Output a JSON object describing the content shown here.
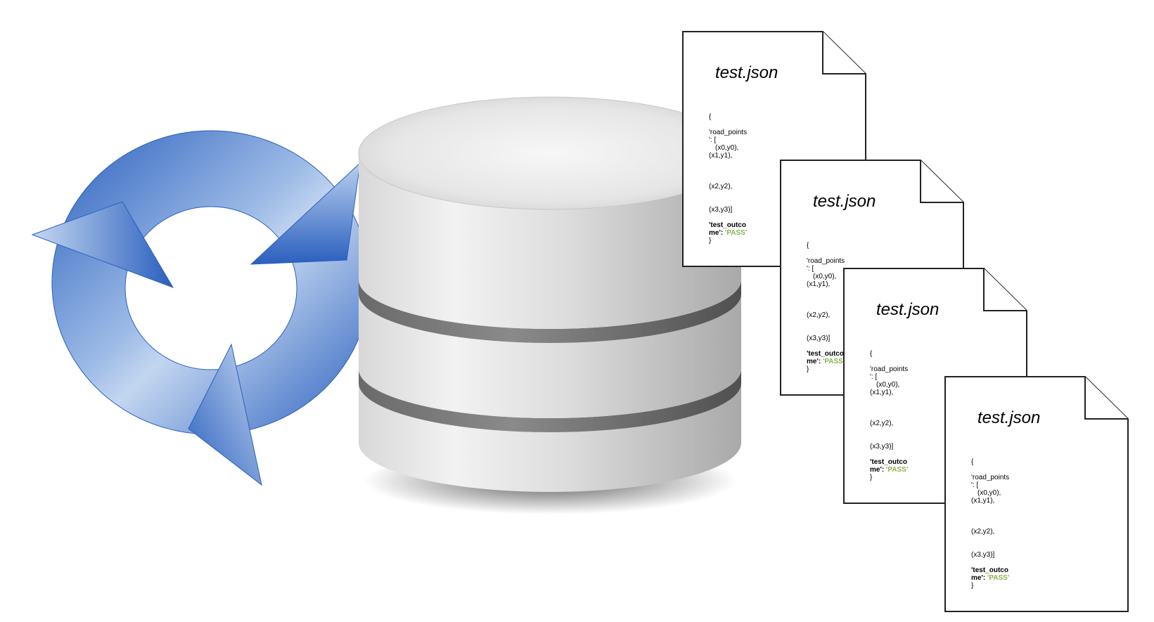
{
  "colors": {
    "arrow_dark": "#2a5fbe",
    "arrow_light": "#b9d0ee",
    "db_light": "#e8e8e8",
    "db_dark": "#5c5c5c",
    "pass_green": "#8bb24f"
  },
  "icons": {
    "cycle": "circular-arrows-icon",
    "database": "database-icon",
    "document": "document-icon"
  },
  "documents": [
    {
      "title": "test.json",
      "open_brace": "{",
      "key_line1": "'road_points",
      "key_line2": "': [",
      "p0": "(x0,y0),",
      "p1": "(x1,y1),",
      "p2": "(x2,y2),",
      "p3": "(x3,y3)]",
      "outcome_line1": "'test_outco",
      "outcome_line2_key": "me':",
      "outcome_value": "'PASS'",
      "close_brace": "}"
    },
    {
      "title": "test.json",
      "open_brace": "{",
      "key_line1": "'road_points",
      "key_line2": "': [",
      "p0": "(x0,y0),",
      "p1": "(x1,y1),",
      "p2": "(x2,y2),",
      "p3": "(x3,y3)]",
      "outcome_line1": "'test_outco",
      "outcome_line2_key": "me':",
      "outcome_value": "'PASS'",
      "close_brace": "}"
    },
    {
      "title": "test.json",
      "open_brace": "{",
      "key_line1": "'road_points",
      "key_line2": "': [",
      "p0": "(x0,y0),",
      "p1": "(x1,y1),",
      "p2": "(x2,y2),",
      "p3": "(x3,y3)]",
      "outcome_line1": "'test_outco",
      "outcome_line2_key": "me':",
      "outcome_value": "'PASS'",
      "close_brace": "}"
    },
    {
      "title": "test.json",
      "open_brace": "{",
      "key_line1": "'road_points",
      "key_line2": "': [",
      "p0": "(x0,y0),",
      "p1": "(x1,y1),",
      "p2": "(x2,y2),",
      "p3": "(x3,y3)]",
      "outcome_line1": "'test_outco",
      "outcome_line2_key": "me':",
      "outcome_value": "'PASS'",
      "close_brace": "}"
    }
  ]
}
